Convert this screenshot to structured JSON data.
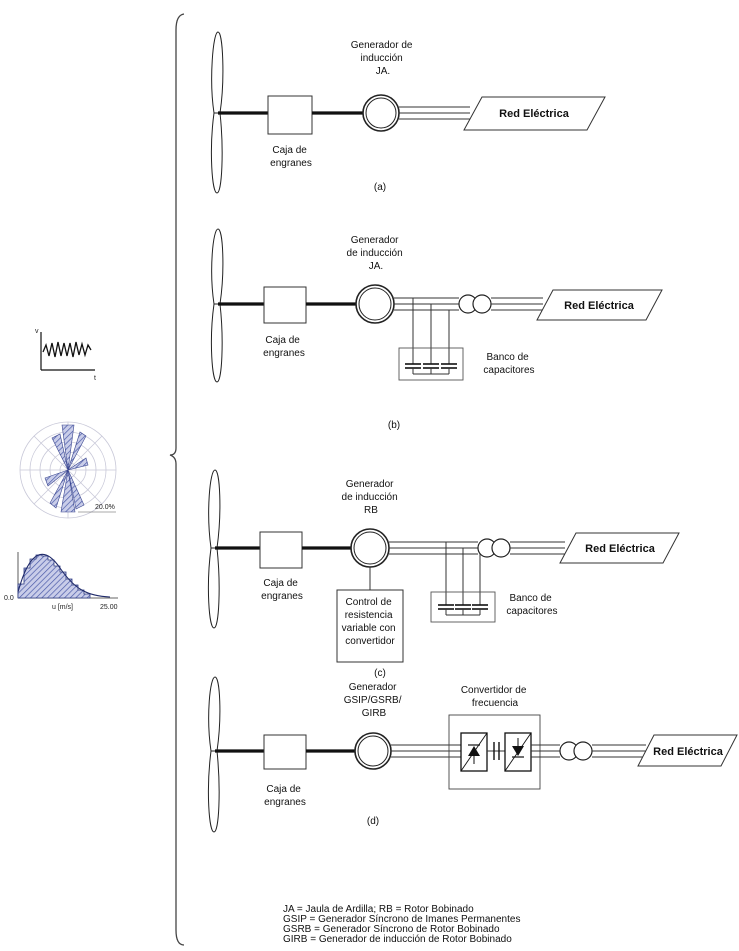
{
  "sidebar": {
    "wind_speed_plot": {
      "y_label": "v",
      "x_label": "t"
    },
    "wind_rose": {
      "scale_label": "20.0%"
    },
    "histogram": {
      "x_label": "u [m/s]",
      "x_min": "0.0",
      "x_max": "25.00"
    }
  },
  "diagrams": {
    "a": {
      "generator_label": [
        "Generador de",
        "inducción",
        "JA."
      ],
      "gearbox_label": [
        "Caja de",
        "engranes"
      ],
      "grid_label": "Red Eléctrica",
      "caption": "(a)"
    },
    "b": {
      "generator_label": [
        "Generador",
        "de inducción",
        "JA."
      ],
      "gearbox_label": [
        "Caja de",
        "engranes"
      ],
      "grid_label": "Red Eléctrica",
      "capacitor_label": [
        "Banco de",
        "capacitores"
      ],
      "caption": "(b)"
    },
    "c": {
      "generator_label": [
        "Generador",
        "de inducción",
        "RB"
      ],
      "gearbox_label": [
        "Caja de",
        "engranes"
      ],
      "grid_label": "Red Eléctrica",
      "capacitor_label": [
        "Banco de",
        "capacitores"
      ],
      "control_label": [
        "Control de",
        "resistencia",
        "variable con",
        "convertidor"
      ],
      "caption": "(c)"
    },
    "d": {
      "generator_label": [
        "Generador",
        "GSIP/GSRB/",
        "GIRB"
      ],
      "gearbox_label": [
        "Caja de",
        "engranes"
      ],
      "grid_label": "Red Eléctrica",
      "converter_label": [
        "Convertidor de",
        "frecuencia"
      ],
      "caption": "(d)"
    }
  },
  "legend": [
    "JA = Jaula de Ardilla; RB = Rotor Bobinado",
    "GSIP = Generador Síncrono de Imanes Permanentes",
    "GSRB = Generador Síncrono de Rotor Bobinado",
    "GIRB =  Generador de inducción de Rotor Bobinado"
  ],
  "colors": {
    "line": "#111111",
    "hatch": "#4a5aa8",
    "hist_fill": "#8d95cc"
  }
}
